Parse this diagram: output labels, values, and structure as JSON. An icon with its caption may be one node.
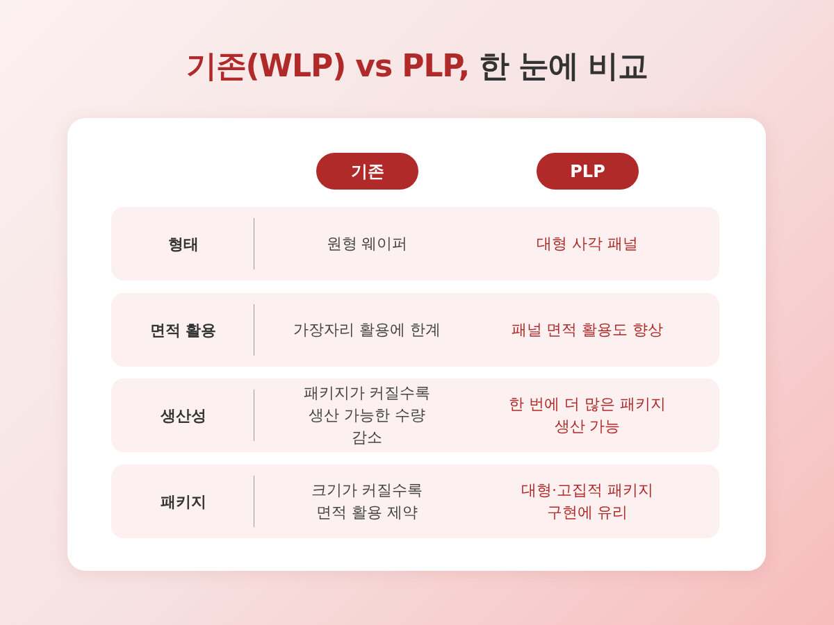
{
  "diagram": {
    "title": "기존(WLP) vs PLP, 한 눈에 비교",
    "nodes": [
      {
        "text": [],
        "shape": "box"
      },
      {
        "text": [
          "기존"
        ],
        "in": 0
      },
      {
        "text": [
          "PLP"
        ],
        "in": 0
      },
      {
        "text": [
          "형태",
          "원형 웨이퍼",
          "대형 사각 패널"
        ],
        "in": 0
      },
      {
        "text": [
          "면적 활용",
          "가장자리 활용에 한계",
          "패널 면적 활용도 향상"
        ],
        "in": 0
      },
      {
        "text": [
          "생산성",
          "패키지가 커질수록 생산 가능한 수량 감소",
          "한 번에 더 많은 패키지 생산 가능"
        ],
        "in": 0
      },
      {
        "text": [
          "패키지",
          "크기가 커질수록 면적 활용 제약",
          "대형·고집적 패키지 구현에 유리"
        ],
        "in": 0
      }
    ]
  }
}
